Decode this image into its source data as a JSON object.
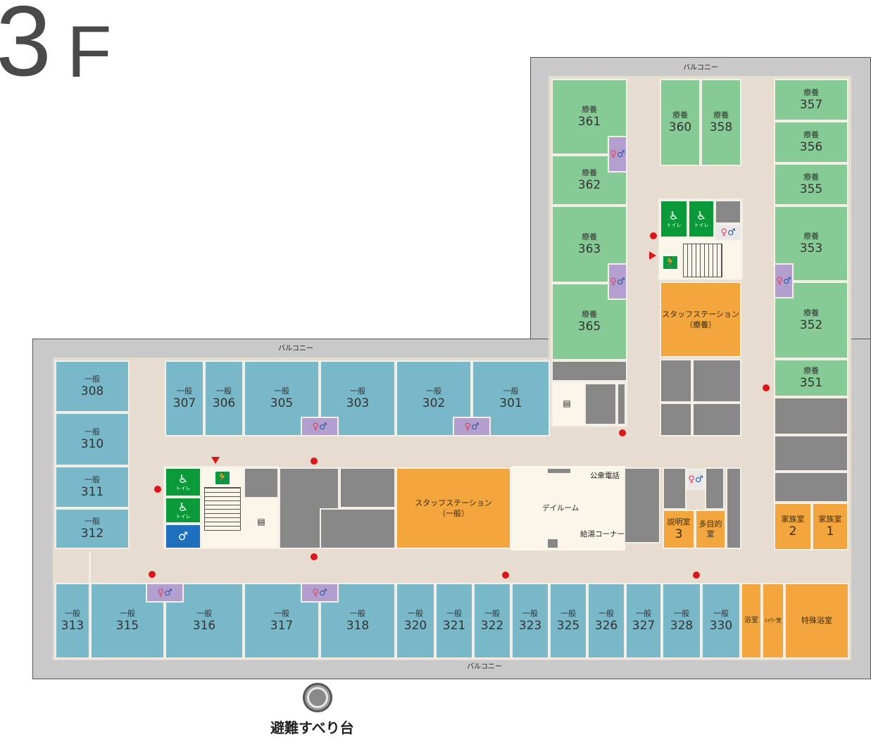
{
  "floor": {
    "num": "3",
    "suffix": "F"
  },
  "balcony": "バルコニー",
  "rooms": [
    {
      "id": "r357",
      "t": "療養",
      "n": "357"
    },
    {
      "id": "r356",
      "t": "療養",
      "n": "356"
    },
    {
      "id": "r355",
      "t": "療養",
      "n": "355"
    },
    {
      "id": "r353",
      "t": "療養",
      "n": "353"
    },
    {
      "id": "r352",
      "t": "療養",
      "n": "352"
    },
    {
      "id": "r351",
      "t": "療養",
      "n": "351"
    },
    {
      "id": "r361",
      "t": "療養",
      "n": "361"
    },
    {
      "id": "r362",
      "t": "療養",
      "n": "362"
    },
    {
      "id": "r363",
      "t": "療養",
      "n": "363"
    },
    {
      "id": "r365",
      "t": "療養",
      "n": "365"
    },
    {
      "id": "r360",
      "t": "療養",
      "n": "360"
    },
    {
      "id": "r358",
      "t": "療養",
      "n": "358"
    },
    {
      "id": "r308",
      "t": "一般",
      "n": "308"
    },
    {
      "id": "r310",
      "t": "一般",
      "n": "310"
    },
    {
      "id": "r311",
      "t": "一般",
      "n": "311"
    },
    {
      "id": "r312",
      "t": "一般",
      "n": "312"
    },
    {
      "id": "r307",
      "t": "一般",
      "n": "307"
    },
    {
      "id": "r306",
      "t": "一般",
      "n": "306"
    },
    {
      "id": "r305",
      "t": "一般",
      "n": "305"
    },
    {
      "id": "r303",
      "t": "一般",
      "n": "303"
    },
    {
      "id": "r302",
      "t": "一般",
      "n": "302"
    },
    {
      "id": "r301",
      "t": "一般",
      "n": "301"
    },
    {
      "id": "r313",
      "t": "一般",
      "n": "313"
    },
    {
      "id": "r315",
      "t": "一般",
      "n": "315"
    },
    {
      "id": "r316",
      "t": "一般",
      "n": "316"
    },
    {
      "id": "r317",
      "t": "一般",
      "n": "317"
    },
    {
      "id": "r318",
      "t": "一般",
      "n": "318"
    },
    {
      "id": "r320",
      "t": "一般",
      "n": "320"
    },
    {
      "id": "r321",
      "t": "一般",
      "n": "321"
    },
    {
      "id": "r322",
      "t": "一般",
      "n": "322"
    },
    {
      "id": "r323",
      "t": "一般",
      "n": "323"
    },
    {
      "id": "r325",
      "t": "一般",
      "n": "325"
    },
    {
      "id": "r326",
      "t": "一般",
      "n": "326"
    },
    {
      "id": "r327",
      "t": "一般",
      "n": "327"
    },
    {
      "id": "r328",
      "t": "一般",
      "n": "328"
    },
    {
      "id": "r330",
      "t": "一般",
      "n": "330"
    },
    {
      "id": "fam2",
      "t": "家族室",
      "n": "2"
    },
    {
      "id": "fam1",
      "t": "家族室",
      "n": "1"
    },
    {
      "id": "expl3",
      "t": "説明室",
      "n": "3"
    }
  ],
  "labels": {
    "multipurpose": "多目的室",
    "bath": "浴室",
    "shower": "ｼｬﾜｰ室",
    "special_bath": "特殊浴室",
    "station_ryoyo_1": "スタッフステーション",
    "station_ryoyo_2": "（療養）",
    "station_ippan_1": "スタッフステーション",
    "station_ippan_2": "（一般）",
    "dayroom": "デイルーム",
    "phone": "公衆電話",
    "water": "給湯コーナー",
    "toilet_small": "トイレ",
    "chute": "避難すべり台"
  },
  "icons": {
    "restroom": "restroom-icon",
    "accessible_toilet": "accessible-toilet-icon",
    "mens_toilet": "mens-toilet-icon",
    "elevator": "elevator-icon",
    "emergency_exit": "emergency-exit-icon",
    "fire_equipment": "fire-equipment-dot",
    "escape_chute": "escape-chute-icon"
  },
  "colors": {
    "general_room": "#78b8c9",
    "recuperation_room": "#86ca95",
    "staff_station": "#f4a63e",
    "restroom": "#b39ed0",
    "accessible": "#0a9a3a",
    "mark": "#e0141c"
  }
}
